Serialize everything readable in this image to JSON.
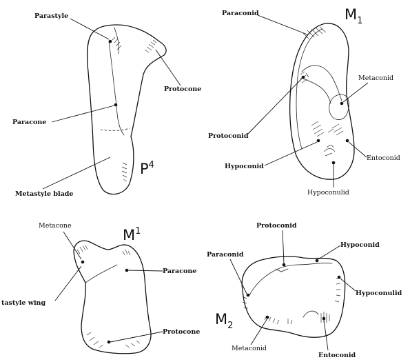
{
  "panels": {
    "p4": {
      "tooth_label": "P",
      "tooth_sup": "4",
      "labels": {
        "parastyle": "Parastyle",
        "protocone": "Protocone",
        "paracone": "Paracone",
        "metastyle_blade": "Metastyle blade"
      }
    },
    "m_lower_1": {
      "tooth_label": "M",
      "tooth_sub": "1",
      "labels": {
        "paraconid": "Paraconid",
        "metaconid": "Metaconid",
        "protoconid": "Protoconid",
        "entoconid": "Entoconid",
        "hypoconid": "Hypoconid",
        "hypoconulid": "Hypoconulid"
      }
    },
    "m_upper_1": {
      "tooth_label": "M",
      "tooth_sup": "1",
      "labels": {
        "metacone": "Metacone",
        "paracone": "Paracone",
        "metastyle_wing": "tastyle wing",
        "protocone": "Protocone"
      }
    },
    "m_lower_2": {
      "tooth_label": "M",
      "tooth_sub": "2",
      "labels": {
        "protoconid": "Protoconid",
        "paraconid": "Paraconid",
        "hypoconid": "Hypoconid",
        "hypoconulid": "Hypoconulid",
        "metaconid": "Metaconid",
        "entoconid": "Entoconid"
      }
    }
  }
}
